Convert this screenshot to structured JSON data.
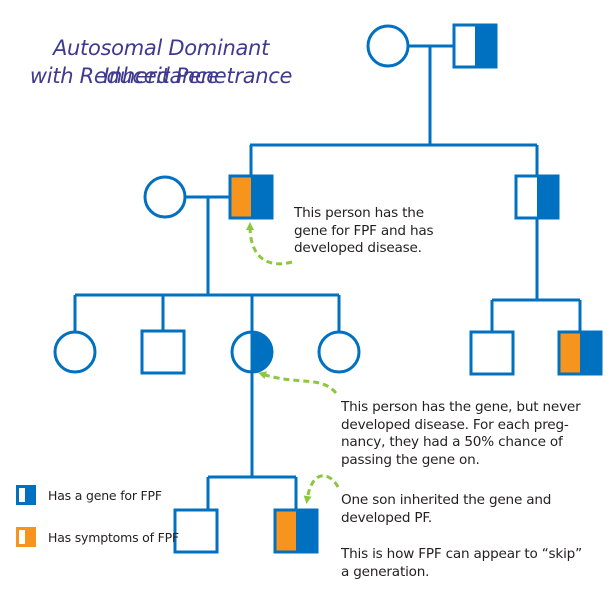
{
  "title": {
    "line1": "Autosomal Dominant Inheritance",
    "line2": "with Reduced Penetrance"
  },
  "colors": {
    "line": "#0070c0",
    "gene": "#0070c0",
    "symptom": "#f7941d",
    "arrow": "#8dc63f",
    "title": "#3f3a8f",
    "text": "#231f20"
  },
  "individuals": [
    {
      "id": "gen1-mother",
      "sex": "female",
      "generation": 1,
      "has_gene": false,
      "has_symptoms": false
    },
    {
      "id": "gen1-father",
      "sex": "male",
      "generation": 1,
      "has_gene": true,
      "has_symptoms": false
    },
    {
      "id": "gen2-wife",
      "sex": "female",
      "generation": 2,
      "has_gene": false,
      "has_symptoms": false
    },
    {
      "id": "gen2-son-affected",
      "sex": "male",
      "generation": 2,
      "has_gene": true,
      "has_symptoms": true
    },
    {
      "id": "gen2-son-carrier",
      "sex": "male",
      "generation": 2,
      "has_gene": true,
      "has_symptoms": false
    },
    {
      "id": "gen3-daughter-1",
      "sex": "female",
      "generation": 3,
      "has_gene": false,
      "has_symptoms": false
    },
    {
      "id": "gen3-son-1",
      "sex": "male",
      "generation": 3,
      "has_gene": false,
      "has_symptoms": false
    },
    {
      "id": "gen3-daughter-carrier",
      "sex": "female",
      "generation": 3,
      "has_gene": true,
      "has_symptoms": false
    },
    {
      "id": "gen3-daughter-2",
      "sex": "female",
      "generation": 3,
      "has_gene": false,
      "has_symptoms": false
    },
    {
      "id": "gen3-son-unaffected",
      "sex": "male",
      "generation": 3,
      "has_gene": false,
      "has_symptoms": false
    },
    {
      "id": "gen3-son-affected",
      "sex": "male",
      "generation": 3,
      "has_gene": true,
      "has_symptoms": true
    },
    {
      "id": "gen4-son-unaffected",
      "sex": "male",
      "generation": 4,
      "has_gene": false,
      "has_symptoms": false
    },
    {
      "id": "gen4-son-affected",
      "sex": "male",
      "generation": 4,
      "has_gene": true,
      "has_symptoms": true
    }
  ],
  "notes": {
    "affected_father": [
      "This person has the",
      "gene for FPF and has",
      "developed disease."
    ],
    "carrier_daughter": [
      "This person has the gene, but never",
      "developed disease.  For each preg-",
      "nancy, they had a 50% chance of",
      "passing the gene on."
    ],
    "grandson": [
      "One son inherited the gene and",
      "developed PF."
    ],
    "skip": [
      "This is how FPF can appear to “skip”",
      "a generation."
    ]
  },
  "legend": [
    {
      "label": "Has a gene for FPF",
      "swatch": "gene"
    },
    {
      "label": "Has symptoms of FPF",
      "swatch": "symptom"
    }
  ]
}
